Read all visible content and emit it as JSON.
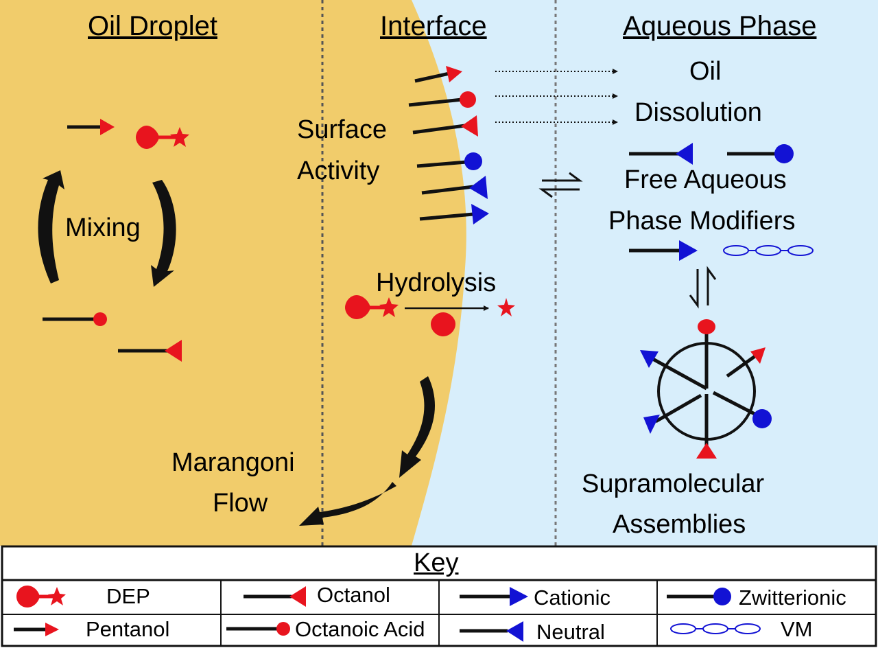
{
  "headers": {
    "oil_droplet": "Oil Droplet",
    "interface": "Interface",
    "aqueous_phase": "Aqueous Phase"
  },
  "labels": {
    "mixing": "Mixing",
    "surface": "Surface",
    "activity": "Activity",
    "hydrolysis": "Hydrolysis",
    "marangoni": "Marangoni",
    "flow": "Flow",
    "oil": "Oil",
    "dissolution": "Dissolution",
    "free_aqueous": "Free Aqueous",
    "phase_modifiers": "Phase Modifiers",
    "supramolecular": "Supramolecular",
    "assemblies": "Assemblies"
  },
  "key": {
    "title": "Key",
    "items": [
      "DEP",
      "Octanol",
      "Cationic",
      "Zwitterionic",
      "Pentanol",
      "Octanoic Acid",
      "Neutral",
      "VM"
    ]
  },
  "colors": {
    "oil": "#f1cc6b",
    "aqueous": "#d8eefb",
    "red": "#e8141e",
    "blue": "#1212d4",
    "black": "#111111"
  }
}
